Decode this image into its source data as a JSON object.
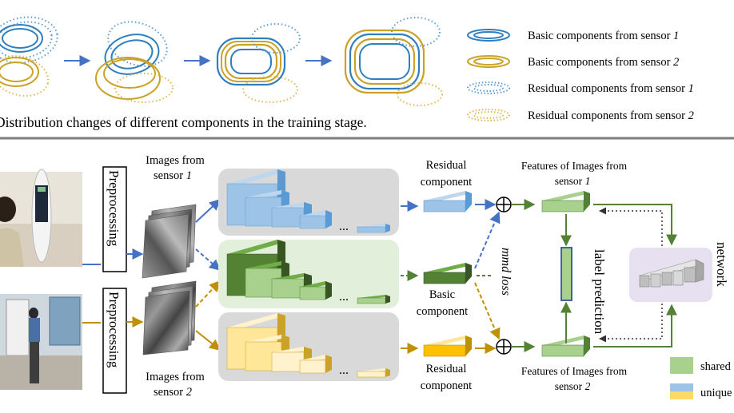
{
  "top_panel": {
    "caption": "Distribution changes of different components in the training stage.",
    "legend": [
      {
        "text_main": "Basic components from sensor ",
        "text_ital": "1",
        "style": "solid",
        "color": "#2f7fbf"
      },
      {
        "text_main": "Basic components from sensor ",
        "text_ital": "2",
        "style": "solid",
        "color": "#c9a227"
      },
      {
        "text_main": "Residual components from sensor ",
        "text_ital": "1",
        "style": "dotted",
        "color": "#5b9bd5"
      },
      {
        "text_main": "Residual components from sensor ",
        "text_ital": "2",
        "style": "dotted",
        "color": "#e0b84a"
      }
    ]
  },
  "bottom_panel": {
    "preprocessing_label": "Preprocessing",
    "images_sensor1": {
      "line1": "Images from",
      "line2_main": "sensor ",
      "line2_ital": "1"
    },
    "images_sensor2": {
      "line1": "Images from",
      "line2_main": "sensor ",
      "line2_ital": "2"
    },
    "residual_top": {
      "line1": "Residual",
      "line2": "component"
    },
    "basic": {
      "line1": "Basic",
      "line2": "component"
    },
    "residual_bottom": {
      "line1": "Residual",
      "line2": "component"
    },
    "features_sensor1": {
      "line1": "Features of Images from",
      "line2_main": "sensor ",
      "line2_ital": "1"
    },
    "features_sensor2": {
      "line1": "Features of Images from",
      "line2_main": "sensor ",
      "line2_ital": "2"
    },
    "mmd_loss": "mmd loss",
    "label_prediction": "label prediction",
    "network": "network",
    "ellipsis": "...",
    "plus_symbol": "+",
    "legend": [
      {
        "text": "shared",
        "color": "#a9d18e"
      },
      {
        "text": "unique",
        "color": "#9dc3e6",
        "color2": "#ffd966"
      }
    ]
  },
  "colors": {
    "blue": "#4472c4",
    "gold": "#bf9000",
    "green": "#548235",
    "panel_gray": "#d9d9d9",
    "panel_green": "#e2efda",
    "net_purple": "#e6e0f0"
  }
}
